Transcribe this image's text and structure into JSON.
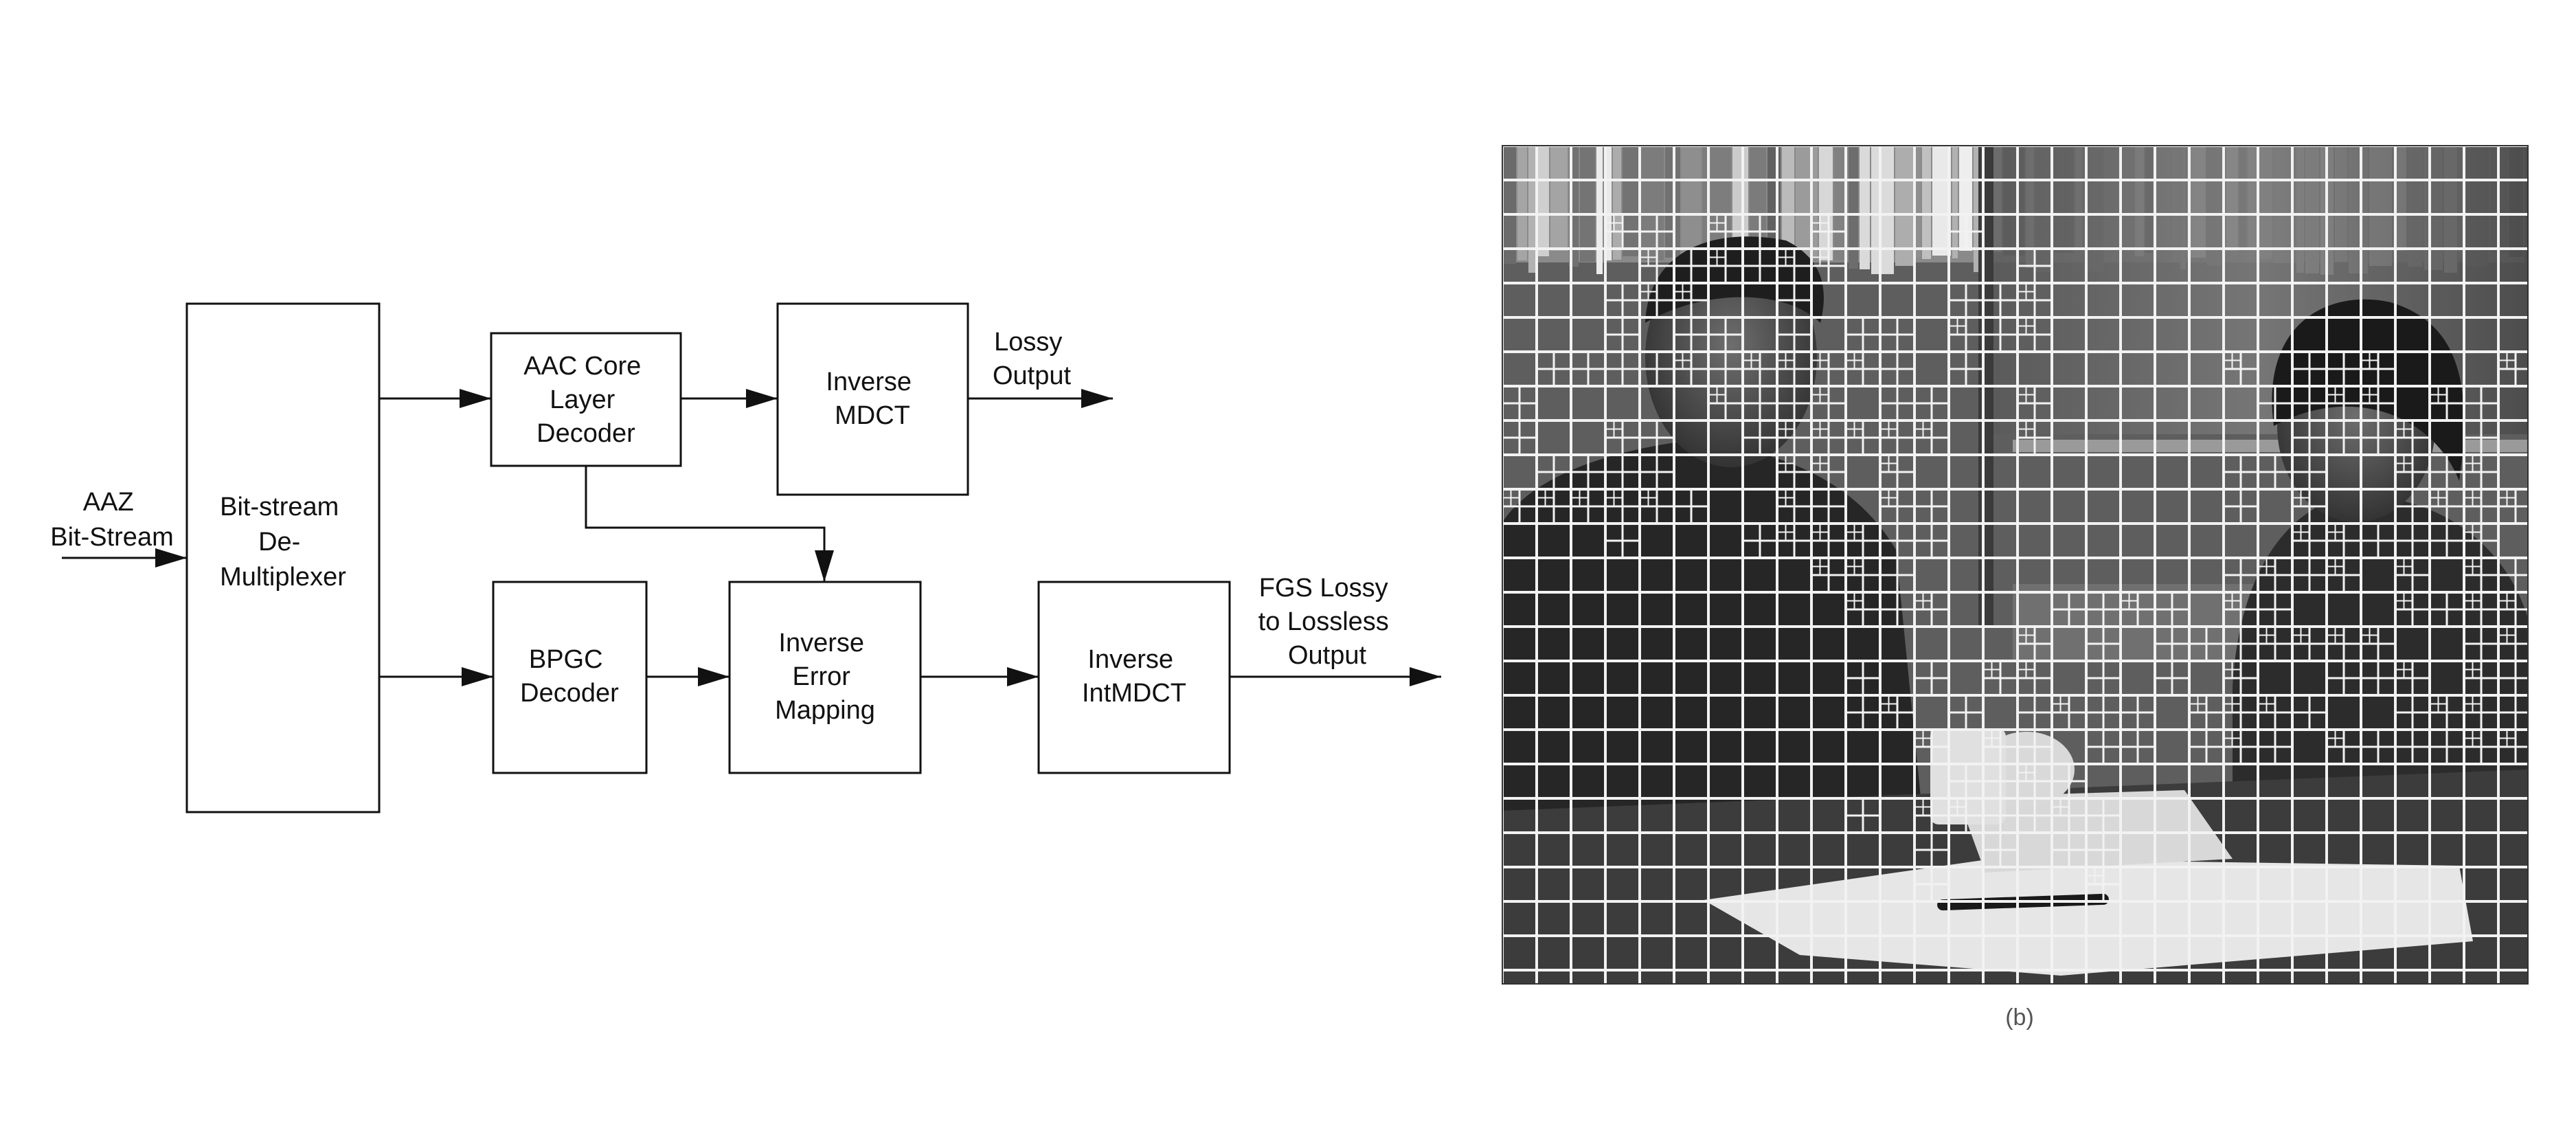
{
  "diagram": {
    "input_label": [
      "AAZ",
      "Bit-Stream"
    ],
    "blocks": {
      "demux": [
        "Bit-stream",
        "De-",
        "Multiplexer"
      ],
      "aac_core": [
        "AAC Core",
        "Layer",
        "Decoder"
      ],
      "inverse_mdct": [
        "Inverse",
        "MDCT"
      ],
      "bpgc": [
        "BPGC",
        "Decoder"
      ],
      "inverse_error": [
        "Inverse",
        "Error",
        "Mapping"
      ],
      "inverse_intmdct": [
        "Inverse",
        "IntMDCT"
      ]
    },
    "outputs": {
      "lossy": [
        "Lossy",
        "Output"
      ],
      "fgs": [
        "FGS Lossy",
        "to Lossless",
        "Output"
      ]
    }
  },
  "photo": {
    "caption": "(b)"
  },
  "colors": {
    "stroke": "#111111",
    "grid_line": "#f2f2f2"
  }
}
